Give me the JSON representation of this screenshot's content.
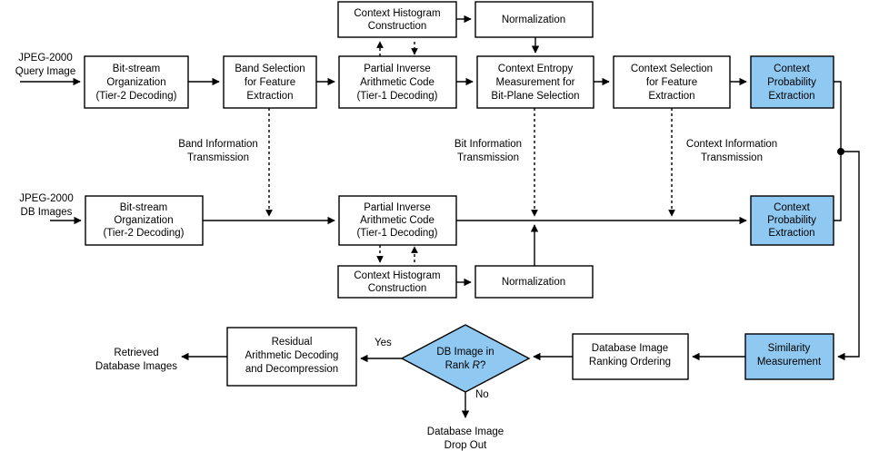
{
  "diagram": {
    "title": "JPEG-2000 compressed-domain image retrieval flowchart",
    "colors": {
      "highlight_fill": "#8FC9F2",
      "node_fill": "#FFFFFF",
      "stroke": "#000000",
      "background": "#FFFFFF"
    },
    "inputs": [
      {
        "id": "query-input",
        "line1": "JPEG-2000",
        "line2": "Query Image"
      },
      {
        "id": "db-input",
        "line1": "JPEG-2000",
        "line2": "DB Images"
      }
    ],
    "outputs": [
      {
        "id": "retrieved-output",
        "line1": "Retrieved",
        "line2": "Database Images"
      },
      {
        "id": "dropout-output",
        "line1": "Database Image",
        "line2": "Drop Out"
      }
    ],
    "row1": [
      {
        "id": "query-bitstream",
        "lines": [
          "Bit-stream",
          "Organization",
          "(Tier-2 Decoding)"
        ],
        "highlight": false
      },
      {
        "id": "band-selection",
        "lines": [
          "Band Selection",
          "for Feature",
          "Extraction"
        ],
        "highlight": false
      },
      {
        "id": "query-partial-inverse",
        "lines": [
          "Partial Inverse",
          "Arithmetic Code",
          "(Tier-1 Decoding)"
        ],
        "highlight": false
      },
      {
        "id": "context-entropy",
        "lines": [
          "Context Entropy",
          "Measurement for",
          "Bit-Plane Selection"
        ],
        "highlight": false
      },
      {
        "id": "context-selection",
        "lines": [
          "Context Selection",
          "for Feature",
          "Extraction"
        ],
        "highlight": false
      },
      {
        "id": "query-context-probability",
        "lines": [
          "Context",
          "Probability",
          "Extraction"
        ],
        "highlight": true
      }
    ],
    "row1_top": [
      {
        "id": "query-histogram",
        "lines": [
          "Context Histogram",
          "Construction"
        ],
        "highlight": false
      },
      {
        "id": "query-normalization",
        "lines": [
          "Normalization"
        ],
        "highlight": false
      }
    ],
    "row2": [
      {
        "id": "db-bitstream",
        "lines": [
          "Bit-stream",
          "Organization",
          "(Tier-2 Decoding)"
        ],
        "highlight": false
      },
      {
        "id": "db-partial-inverse",
        "lines": [
          "Partial Inverse",
          "Arithmetic Code",
          "(Tier-1 Decoding)"
        ],
        "highlight": false
      },
      {
        "id": "db-context-probability",
        "lines": [
          "Context",
          "Probability",
          "Extraction"
        ],
        "highlight": true
      }
    ],
    "row2_bottom": [
      {
        "id": "db-histogram",
        "lines": [
          "Context Histogram",
          "Construction"
        ],
        "highlight": false
      },
      {
        "id": "db-normalization",
        "lines": [
          "Normalization"
        ],
        "highlight": false
      }
    ],
    "row3": [
      {
        "id": "residual-decoding",
        "lines": [
          "Residual",
          "Arithmetic Decoding",
          "and Decompression"
        ],
        "highlight": false
      },
      {
        "id": "ranking-ordering",
        "lines": [
          "Database Image",
          "Ranking Ordering"
        ],
        "highlight": false
      },
      {
        "id": "similarity-measurement",
        "lines": [
          "Similarity",
          "Measurement"
        ],
        "highlight": true
      }
    ],
    "decision": {
      "id": "rank-decision",
      "line1": "DB Image in",
      "line2_prefix": "Rank ",
      "line2_italic": "R",
      "line2_suffix": "?",
      "yes_label": "Yes",
      "no_label": "No"
    },
    "transmission_labels": [
      {
        "id": "band-information-transmission",
        "line1": "Band Information",
        "line2": "Transmission"
      },
      {
        "id": "bit-information-transmission",
        "line1": "Bit Information",
        "line2": "Transmission"
      },
      {
        "id": "context-information-transmission",
        "line1": "Context Information",
        "line2": "Transmission"
      }
    ]
  }
}
